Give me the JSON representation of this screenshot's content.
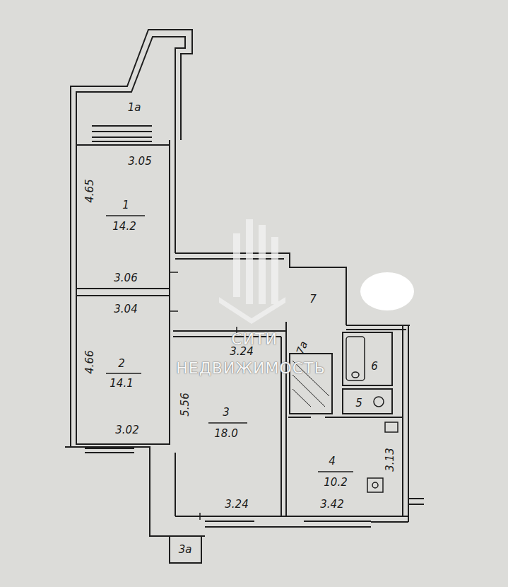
{
  "diagram": {
    "labels": [
      "1а",
      "3.05",
      "4.65",
      "1",
      "14.2",
      "3.06",
      "3.04",
      "4.66",
      "2",
      "14.1",
      "3.02",
      "7",
      "3.24",
      "5.56",
      "3",
      "18.0",
      "3.24",
      "3а",
      "4",
      "10.2",
      "3.13",
      "3.42",
      "6",
      "5",
      "7а",
      "СИТИ",
      "НЕДВИЖИМОСТЬ"
    ]
  }
}
